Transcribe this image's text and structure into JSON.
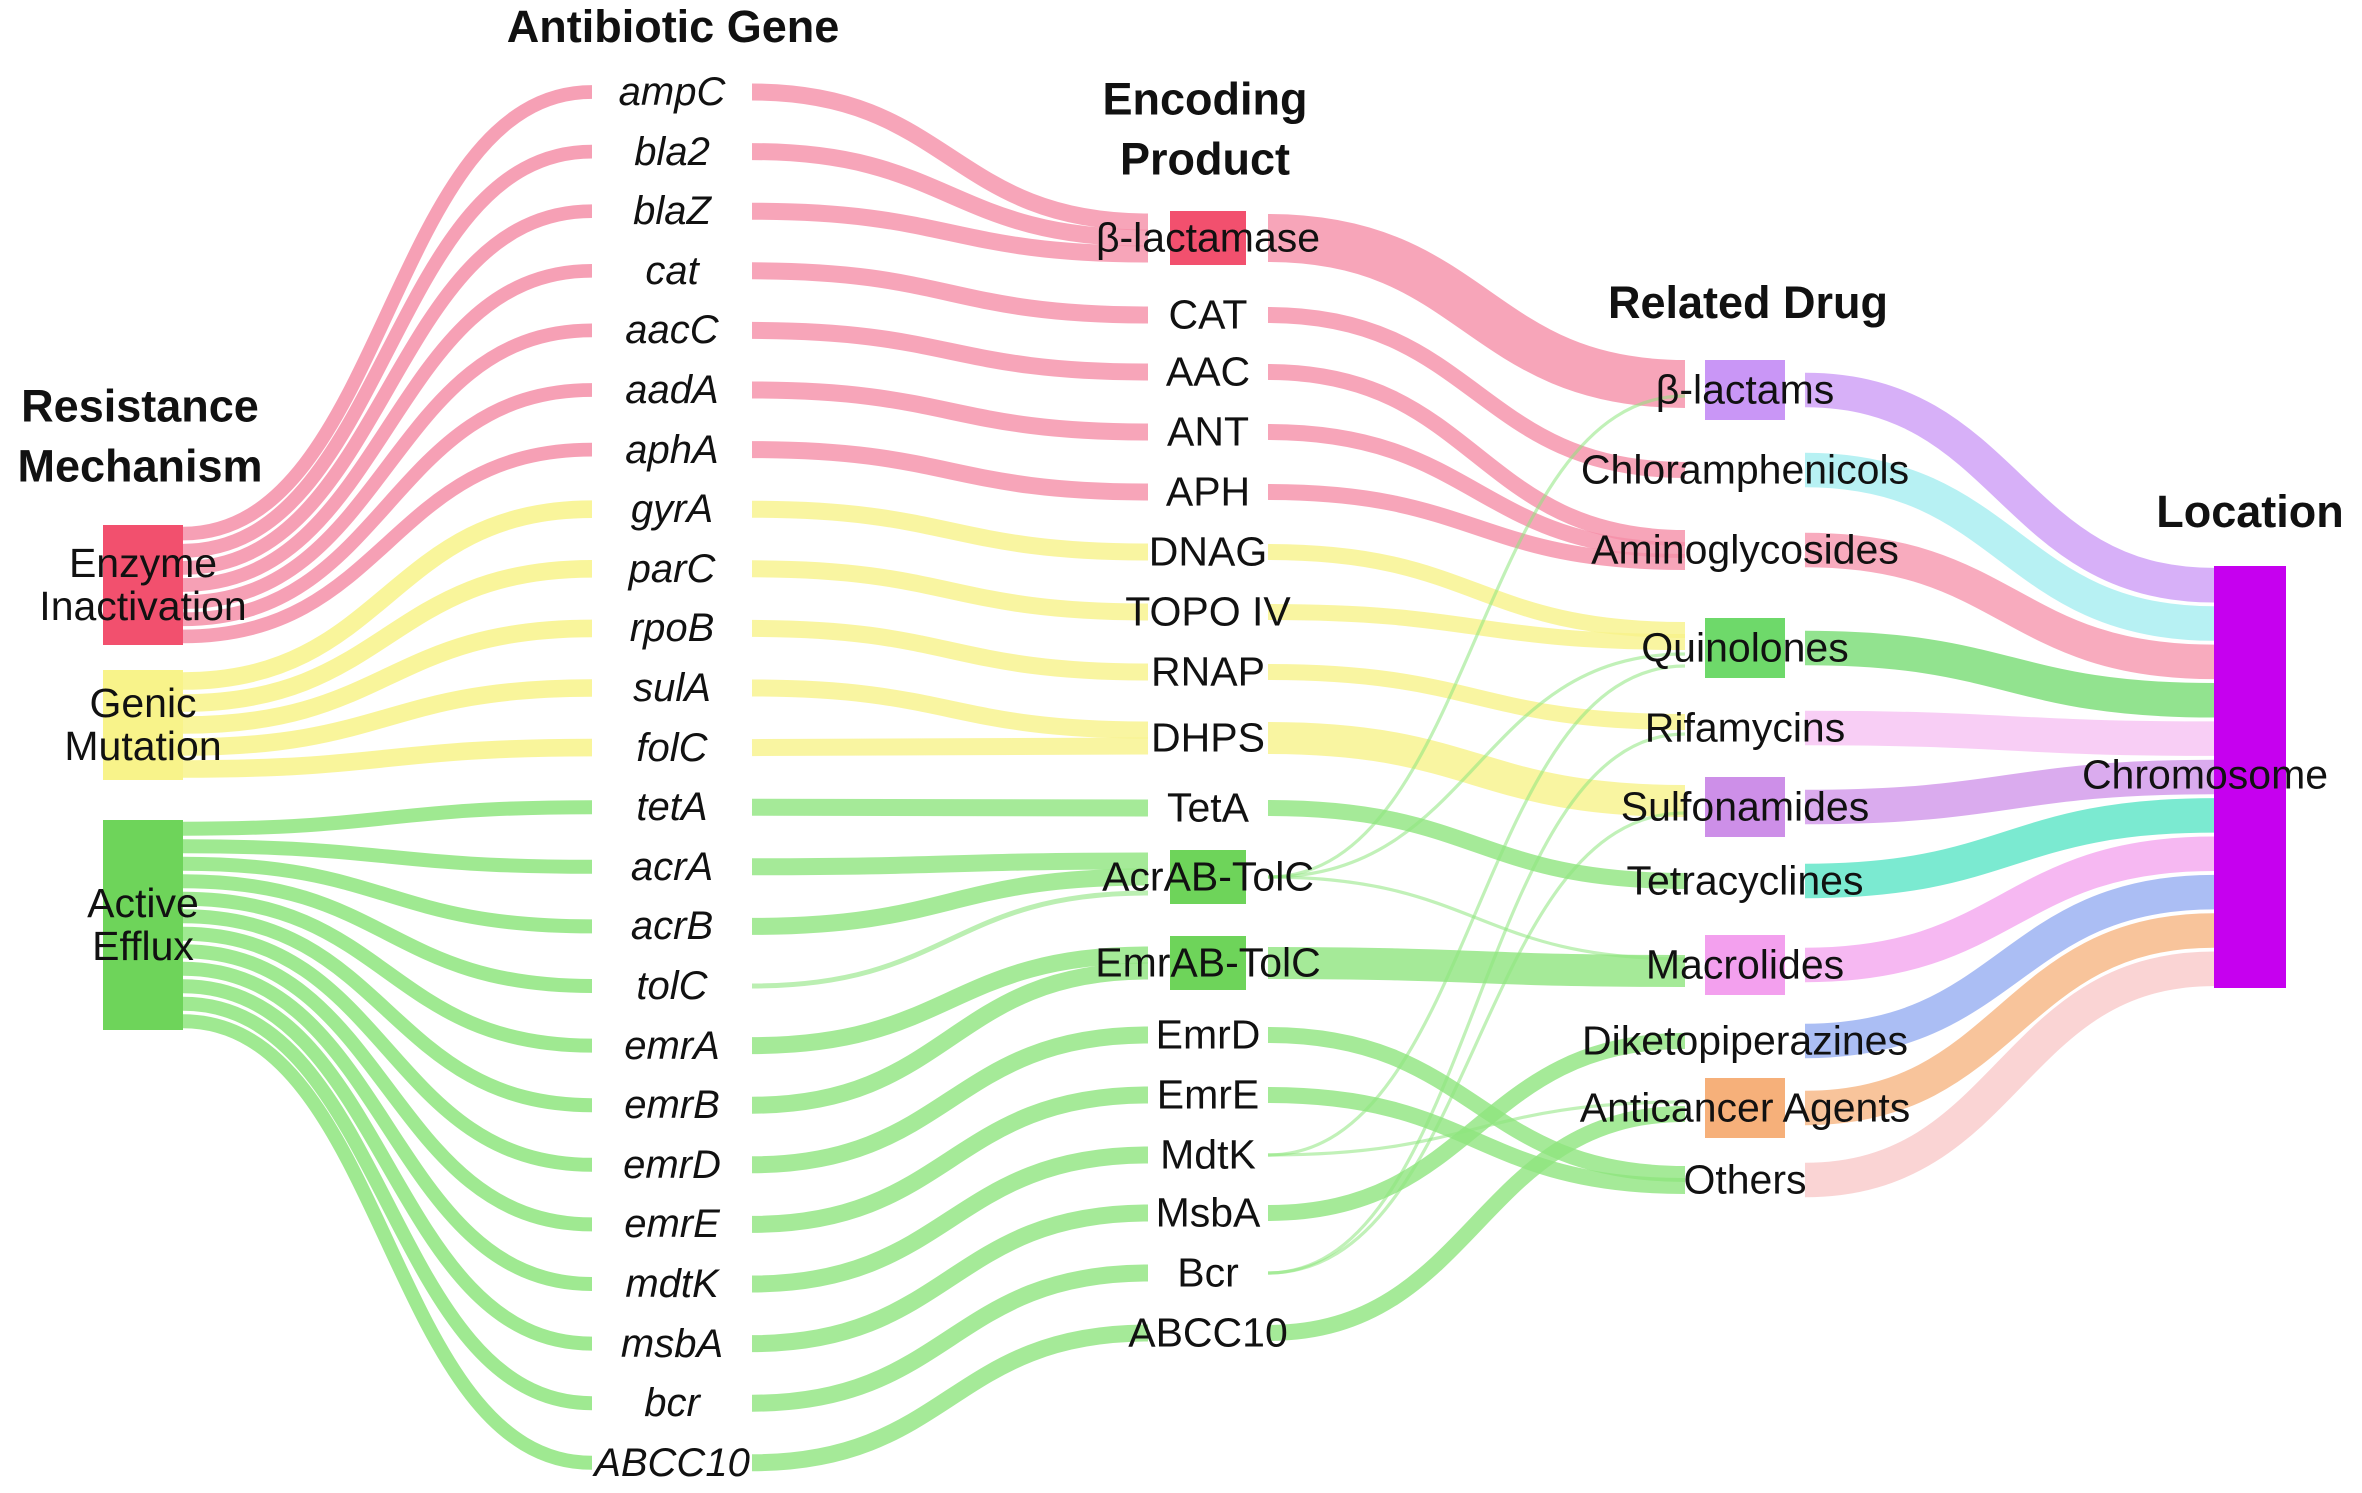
{
  "headers": {
    "mechanism": "Resistance\nMechanism",
    "gene": "Antibiotic Gene",
    "product": "Encoding\nProduct",
    "drug": "Related Drug",
    "location": "Location"
  },
  "colors": {
    "enzyme": "#f58fa8",
    "mutation": "#f8f38a",
    "efflux": "#8ee57e",
    "lactams": "#c996f6",
    "chlor": "#9fecef",
    "quinolones": "#6ed96a",
    "rifamycins": "#f5bdf2",
    "sulfonamides": "#cd8fe8",
    "tetracyclines": "#4fe3c2",
    "macrolides": "#f3a0ee",
    "diketo": "#8fa8f0",
    "anticancer": "#f6b07a",
    "others": "#f8c6c6",
    "location": "#c600ef",
    "node_enzyme": "#f2506e",
    "node_efflux": "#6ed45a"
  },
  "mechanisms": [
    {
      "id": "enzyme",
      "label": "Enzyme\nInactivation",
      "color": "enzyme"
    },
    {
      "id": "mutation",
      "label": "Genic\nMutation",
      "color": "mutation"
    },
    {
      "id": "efflux",
      "label": "Active\nEfflux",
      "color": "efflux"
    }
  ],
  "genes": [
    {
      "label": "ampC",
      "mechanism": "enzyme",
      "product": "b-lactamase"
    },
    {
      "label": "bla2",
      "mechanism": "enzyme",
      "product": "b-lactamase"
    },
    {
      "label": "blaZ",
      "mechanism": "enzyme",
      "product": "b-lactamase"
    },
    {
      "label": "cat",
      "mechanism": "enzyme",
      "product": "CAT"
    },
    {
      "label": "aacC",
      "mechanism": "enzyme",
      "product": "AAC"
    },
    {
      "label": "aadA",
      "mechanism": "enzyme",
      "product": "ANT"
    },
    {
      "label": "aphA",
      "mechanism": "enzyme",
      "product": "APH"
    },
    {
      "label": "gyrA",
      "mechanism": "mutation",
      "product": "DNAG"
    },
    {
      "label": "parC",
      "mechanism": "mutation",
      "product": "TOPO"
    },
    {
      "label": "rpoB",
      "mechanism": "mutation",
      "product": "RNAP"
    },
    {
      "label": "sulA",
      "mechanism": "mutation",
      "product": "DHPS"
    },
    {
      "label": "folC",
      "mechanism": "mutation",
      "product": "DHPS"
    },
    {
      "label": "tetA",
      "mechanism": "efflux",
      "product": "TetA"
    },
    {
      "label": "acrA",
      "mechanism": "efflux",
      "product": "AcrAB"
    },
    {
      "label": "acrB",
      "mechanism": "efflux",
      "product": "AcrAB"
    },
    {
      "label": "tolC",
      "mechanism": "efflux",
      "product": "AcrAB"
    },
    {
      "label": "emrA",
      "mechanism": "efflux",
      "product": "EmrAB"
    },
    {
      "label": "emrB",
      "mechanism": "efflux",
      "product": "EmrAB"
    },
    {
      "label": "emrD",
      "mechanism": "efflux",
      "product": "EmrD"
    },
    {
      "label": "emrE",
      "mechanism": "efflux",
      "product": "EmrE"
    },
    {
      "label": "mdtK",
      "mechanism": "efflux",
      "product": "MdtK"
    },
    {
      "label": "msbA",
      "mechanism": "efflux",
      "product": "MsbA"
    },
    {
      "label": "bcr",
      "mechanism": "efflux",
      "product": "Bcr"
    },
    {
      "label": "ABCC10",
      "mechanism": "efflux",
      "product": "ABCC10"
    }
  ],
  "products": [
    {
      "id": "b-lactamase",
      "label": "β-lactamase",
      "color": "enzyme",
      "bar": true
    },
    {
      "id": "CAT",
      "label": "CAT",
      "color": "enzyme"
    },
    {
      "id": "AAC",
      "label": "AAC",
      "color": "enzyme"
    },
    {
      "id": "ANT",
      "label": "ANT",
      "color": "enzyme"
    },
    {
      "id": "APH",
      "label": "APH",
      "color": "enzyme"
    },
    {
      "id": "DNAG",
      "label": "DNAG",
      "color": "mutation"
    },
    {
      "id": "TOPO",
      "label": "TOPO IV",
      "color": "mutation"
    },
    {
      "id": "RNAP",
      "label": "RNAP",
      "color": "mutation"
    },
    {
      "id": "DHPS",
      "label": "DHPS",
      "color": "mutation"
    },
    {
      "id": "TetA",
      "label": "TetA",
      "color": "efflux"
    },
    {
      "id": "AcrAB",
      "label": "AcrAB-TolC",
      "color": "efflux",
      "bar": true
    },
    {
      "id": "EmrAB",
      "label": "EmrAB-TolC",
      "color": "efflux",
      "bar": true
    },
    {
      "id": "EmrD",
      "label": "EmrD",
      "color": "efflux"
    },
    {
      "id": "EmrE",
      "label": "EmrE",
      "color": "efflux"
    },
    {
      "id": "MdtK",
      "label": "MdtK",
      "color": "efflux"
    },
    {
      "id": "MsbA",
      "label": "MsbA",
      "color": "efflux"
    },
    {
      "id": "Bcr",
      "label": "Bcr",
      "color": "efflux"
    },
    {
      "id": "ABCC10",
      "label": "ABCC10",
      "color": "efflux"
    }
  ],
  "drugs": [
    {
      "id": "lactams",
      "label": "β-lactams",
      "color": "lactams",
      "bar": true
    },
    {
      "id": "chlor",
      "label": "Chloramphenicols",
      "color": "chlor"
    },
    {
      "id": "amino",
      "label": "Aminoglycosides",
      "color": "enzyme"
    },
    {
      "id": "quinolones",
      "label": "Quinolones",
      "color": "quinolones",
      "bar": true
    },
    {
      "id": "rifamycins",
      "label": "Rifamycins",
      "color": "rifamycins"
    },
    {
      "id": "sulfonamides",
      "label": "Sulfonamides",
      "color": "sulfonamides",
      "bar": true
    },
    {
      "id": "tetracyclines",
      "label": "Tetracyclines",
      "color": "tetracyclines"
    },
    {
      "id": "macrolides",
      "label": "Macrolides",
      "color": "macrolides",
      "bar": true
    },
    {
      "id": "diketo",
      "label": "Diketopiperazines",
      "color": "diketo"
    },
    {
      "id": "anticancer",
      "label": "Anticancer Agents",
      "color": "anticancer",
      "bar": true
    },
    {
      "id": "others",
      "label": "Others",
      "color": "others"
    }
  ],
  "location": {
    "id": "chromosome",
    "label": "Chromosome",
    "color": "location"
  },
  "links_product_drug": [
    {
      "source": "b-lactamase",
      "target": "lactams",
      "weight": 3,
      "color": "enzyme"
    },
    {
      "source": "CAT",
      "target": "chlor",
      "weight": 1,
      "color": "enzyme"
    },
    {
      "source": "AAC",
      "target": "amino",
      "weight": 1,
      "color": "enzyme"
    },
    {
      "source": "ANT",
      "target": "amino",
      "weight": 1,
      "color": "enzyme"
    },
    {
      "source": "APH",
      "target": "amino",
      "weight": 1,
      "color": "enzyme"
    },
    {
      "source": "DNAG",
      "target": "quinolones",
      "weight": 1,
      "color": "mutation"
    },
    {
      "source": "TOPO",
      "target": "quinolones",
      "weight": 1,
      "color": "mutation"
    },
    {
      "source": "RNAP",
      "target": "rifamycins",
      "weight": 1,
      "color": "mutation"
    },
    {
      "source": "DHPS",
      "target": "sulfonamides",
      "weight": 2,
      "color": "mutation"
    },
    {
      "source": "TetA",
      "target": "tetracyclines",
      "weight": 1,
      "color": "efflux"
    },
    {
      "source": "AcrAB",
      "target": "macrolides",
      "weight": 0.2,
      "color": "efflux"
    },
    {
      "source": "AcrAB",
      "target": "lactams",
      "weight": 0.2,
      "color": "efflux"
    },
    {
      "source": "AcrAB",
      "target": "quinolones",
      "weight": 0.2,
      "color": "efflux"
    },
    {
      "source": "EmrAB",
      "target": "macrolides",
      "weight": 2,
      "color": "efflux"
    },
    {
      "source": "EmrD",
      "target": "others",
      "weight": 1,
      "color": "efflux"
    },
    {
      "source": "EmrE",
      "target": "others",
      "weight": 1,
      "color": "efflux"
    },
    {
      "source": "MdtK",
      "target": "anticancer",
      "weight": 0.2,
      "color": "efflux"
    },
    {
      "source": "MdtK",
      "target": "quinolones",
      "weight": 0.2,
      "color": "efflux"
    },
    {
      "source": "MsbA",
      "target": "diketo",
      "weight": 1,
      "color": "efflux"
    },
    {
      "source": "Bcr",
      "target": "rifamycins",
      "weight": 0.2,
      "color": "efflux"
    },
    {
      "source": "Bcr",
      "target": "sulfonamides",
      "weight": 0.2,
      "color": "efflux"
    },
    {
      "source": "ABCC10",
      "target": "anticancer",
      "weight": 1,
      "color": "efflux"
    }
  ]
}
